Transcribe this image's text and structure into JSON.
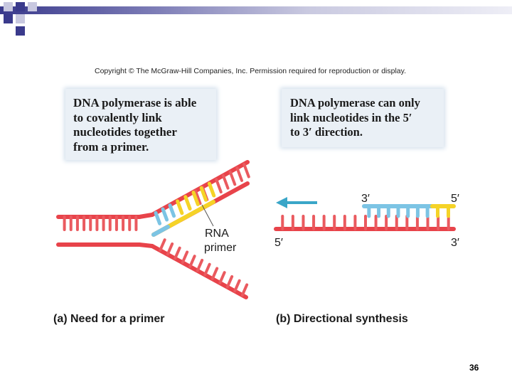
{
  "copyright": "Copyright © The McGraw-Hill Companies, Inc. Permission required for reproduction or display.",
  "panel_a": {
    "callout_lines": [
      "DNA polymerase is able",
      "to covalently link",
      "nucleotides together",
      "from a primer."
    ],
    "label_line1": "RNA",
    "label_line2": "primer",
    "caption": "(a) Need for a primer"
  },
  "panel_b": {
    "callout_lines": [
      "DNA polymerase can only",
      "link nucleotides in the 5′",
      "to 3′ direction."
    ],
    "top_left_end": "3′",
    "top_right_end": "5′",
    "bottom_left_end": "5′",
    "bottom_right_end": "3′",
    "caption": "(b) Directional synthesis"
  },
  "page_number": "36",
  "colors": {
    "strand_red": "#e8434a",
    "rung_red": "#ea5a5f",
    "primer_yellow": "#f5d327",
    "new_strand_blue": "#7cc4e4",
    "arrow_blue": "#3aa6c8",
    "callout_bg": "#eaf0f6"
  }
}
